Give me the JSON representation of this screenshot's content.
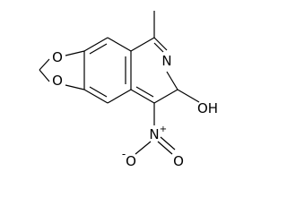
{
  "structure": {
    "atoms": {
      "ring_oxygen_top": "O",
      "ring_oxygen_bottom": "O",
      "ring_nitrogen": "N",
      "hydroxyl": "OH",
      "nitro_nitrogen": "N",
      "nitro_charge_plus": "+",
      "nitro_oxygen_left": "O",
      "nitro_charge_minus": "-",
      "nitro_oxygen_right": "O"
    }
  }
}
